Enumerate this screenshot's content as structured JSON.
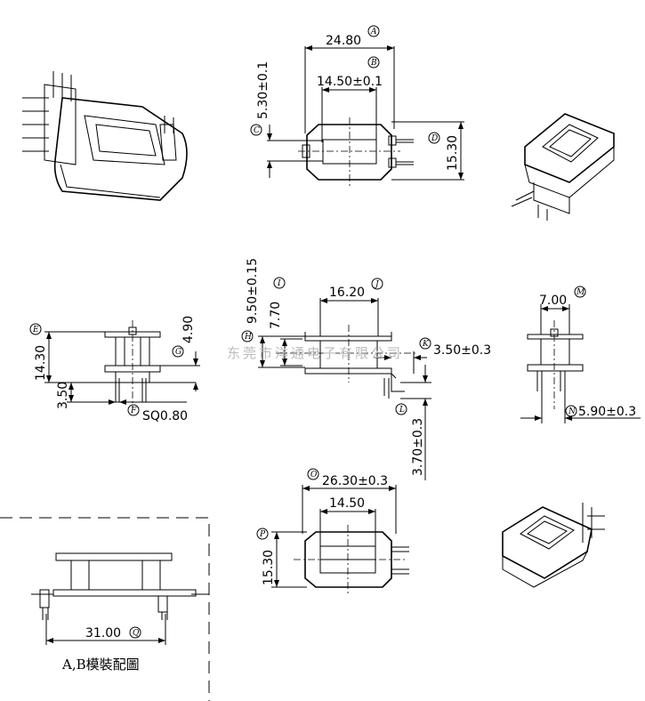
{
  "watermark": "东莞市洋通电子有限公司",
  "top_view": {
    "A": {
      "letter": "A",
      "value": "24.80"
    },
    "B": {
      "letter": "B",
      "value": "14.50±0.1"
    },
    "C": {
      "letter": "C",
      "value": "5.30±0.1"
    },
    "D": {
      "letter": "D",
      "value": "15.30"
    }
  },
  "side_view": {
    "E": {
      "letter": "E",
      "value": "14.30"
    },
    "G": {
      "letter": "G",
      "value": "4.90"
    },
    "pin_height": "3.50",
    "F": {
      "letter": "F",
      "value": "SQ0.80"
    }
  },
  "front_view": {
    "H": {
      "letter": "H",
      "value": "9.50±0.15"
    },
    "I": {
      "letter": "I",
      "value": "7.70"
    },
    "J": {
      "letter": "J",
      "value": "16.20"
    },
    "K": {
      "letter": "K",
      "value": "3.50±0.3"
    },
    "L": {
      "letter": "L",
      "value": "3.70±0.3"
    }
  },
  "right_view": {
    "M": {
      "letter": "M",
      "value": "7.00"
    },
    "N": {
      "letter": "N",
      "value": "5.90±0.3"
    }
  },
  "bottom_view": {
    "O": {
      "letter": "O",
      "value": "26.30±0.3"
    },
    "inner": "14.50",
    "P": {
      "letter": "P",
      "value": "15.30"
    }
  },
  "assembly": {
    "Q": {
      "letter": "Q",
      "value": "31.00"
    },
    "caption": "A,B模裝配圖"
  }
}
